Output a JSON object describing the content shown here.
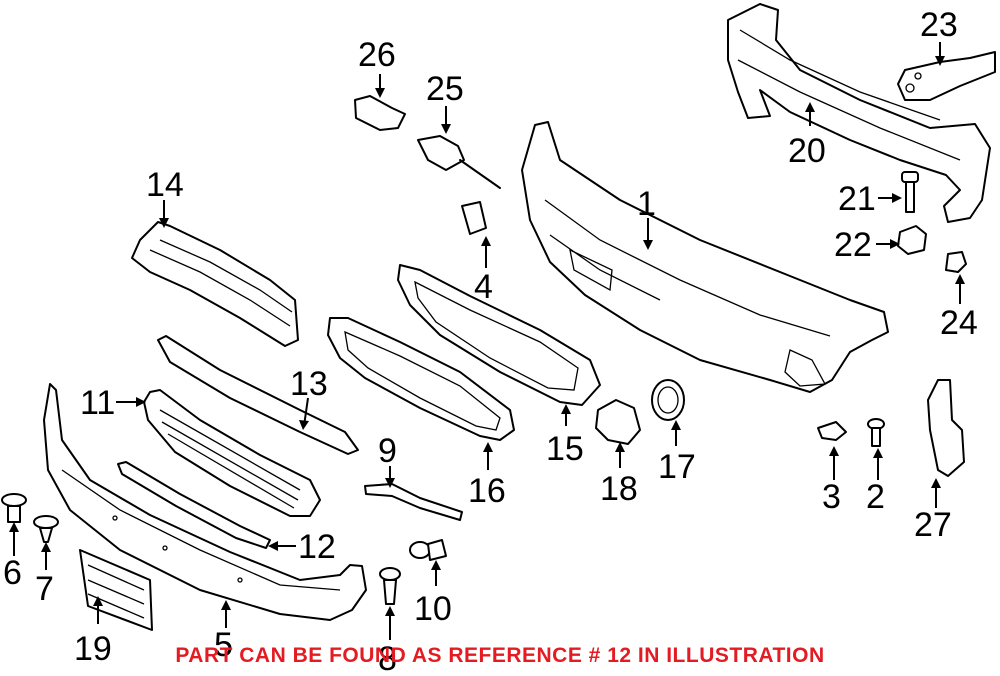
{
  "diagram": {
    "callouts": [
      "1",
      "2",
      "3",
      "4",
      "5",
      "6",
      "7",
      "8",
      "9",
      "10",
      "11",
      "12",
      "13",
      "14",
      "15",
      "16",
      "17",
      "18",
      "19",
      "20",
      "21",
      "22",
      "23",
      "24",
      "25",
      "26",
      "27"
    ],
    "note": "PART CAN BE FOUND AS REFERENCE # 12 IN ILLUSTRATION",
    "note_color": "#e31b23",
    "highlighted_reference": "12"
  }
}
